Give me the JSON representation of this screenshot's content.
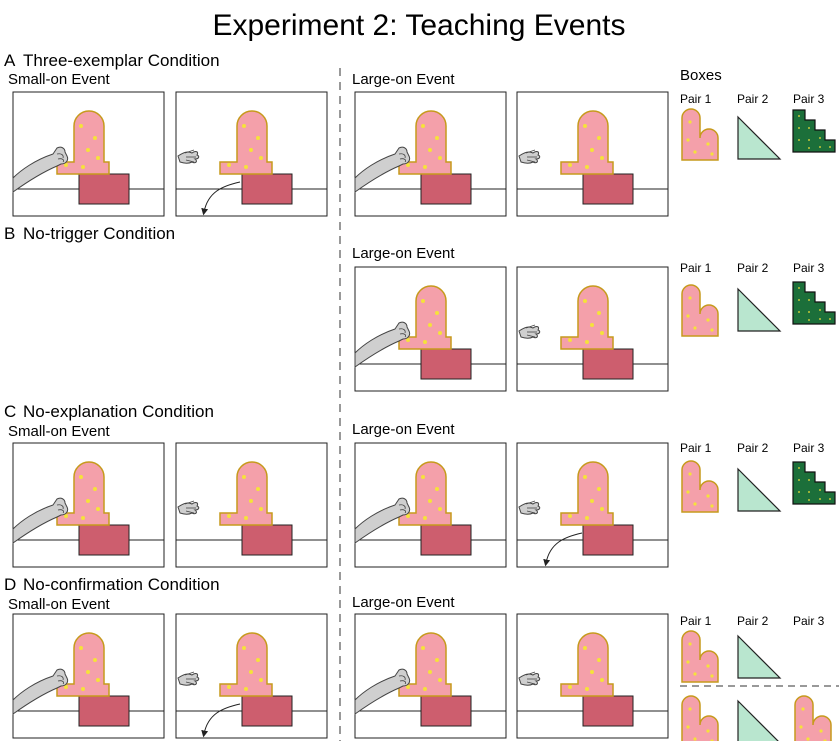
{
  "title": "Experiment 2: Teaching Events",
  "sections": [
    {
      "letter": "A",
      "label": "Three-exemplar Condition"
    },
    {
      "letter": "B",
      "label": "No-trigger Condition"
    },
    {
      "letter": "C",
      "label": "No-explanation Condition"
    },
    {
      "letter": "D",
      "label": "No-confirmation Condition"
    }
  ],
  "events": {
    "small_on": "Small-on Event",
    "large_on": "Large-on Event"
  },
  "boxes_heading": "Boxes",
  "pairs": [
    "Pair 1",
    "Pair 2",
    "Pair 3"
  ],
  "colors": {
    "object_fill": "#f4a0aa",
    "object_stroke": "#c69a1c",
    "dot": "#f5e23a",
    "block_fill": "#cd5e6e",
    "triangle_fill": "#b9e6cf",
    "stair_fill": "#1c6f3a",
    "hand_fill": "#cfcfcf"
  }
}
